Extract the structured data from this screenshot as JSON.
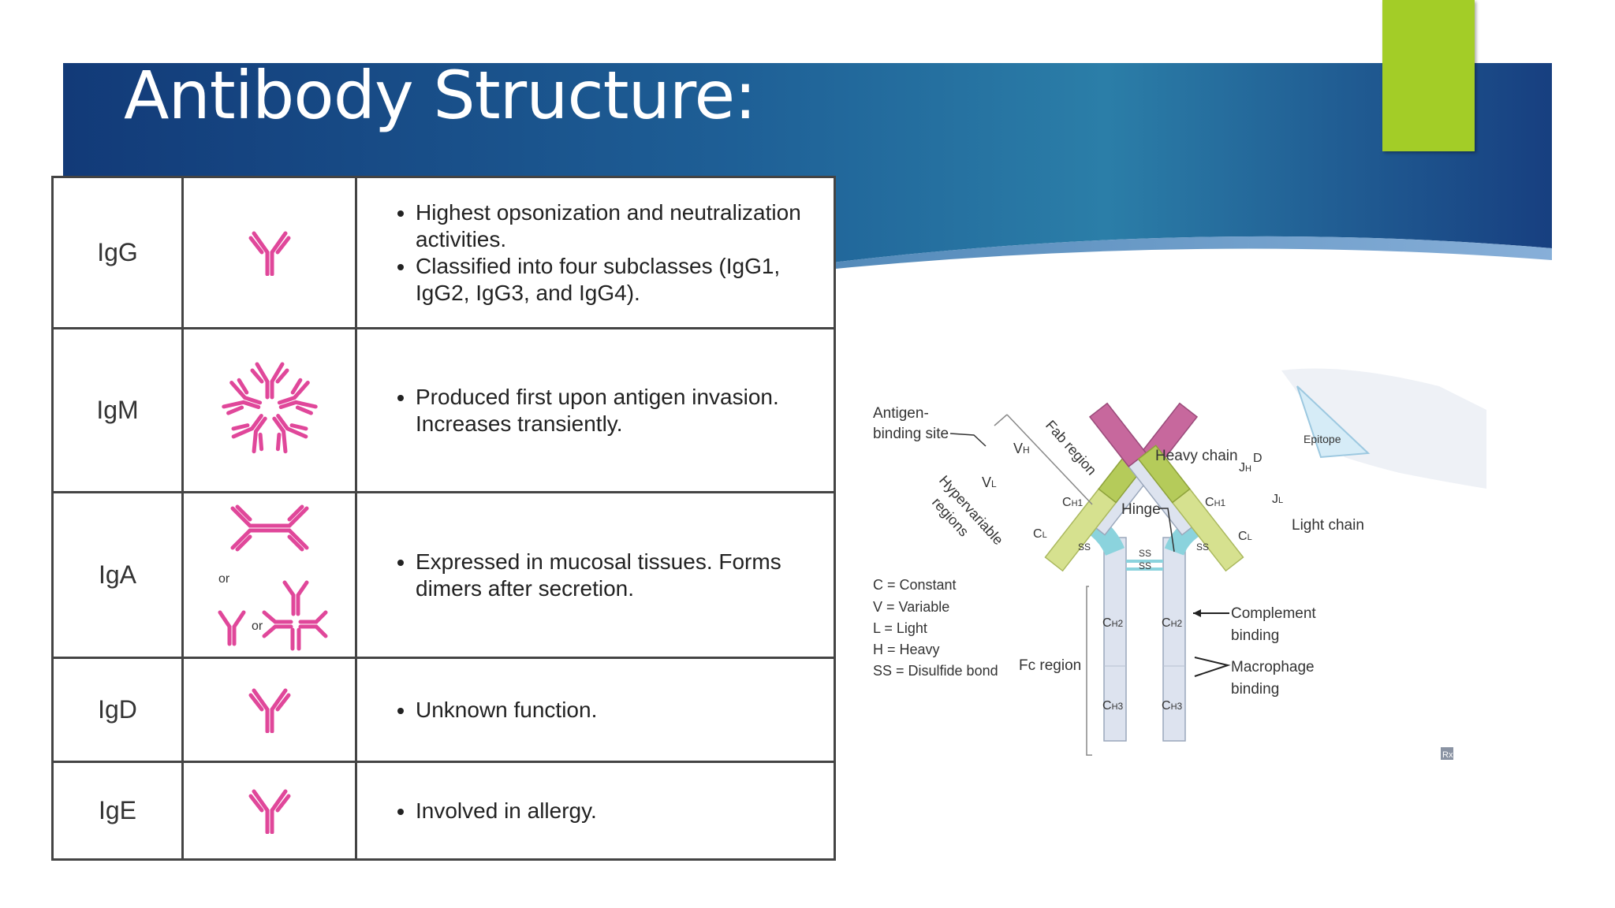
{
  "slide": {
    "title": "Antibody Structure:",
    "colors": {
      "banner_dark": "#123a78",
      "banner_mid": "#2b7ea8",
      "accent": "#a3cd27",
      "ig_pink": "#e0479a"
    }
  },
  "table": {
    "rows": [
      {
        "name": "IgG",
        "icon": "monomer-antibody-icon",
        "bullets": [
          "Highest opsonization and neutralization activities.",
          "Classified into four subclasses (IgG1, IgG2, IgG3, and IgG4)."
        ]
      },
      {
        "name": "IgM",
        "icon": "pentamer-antibody-icon",
        "bullets": [
          "Produced first upon antigen invasion. Increases transiently."
        ]
      },
      {
        "name": "IgA",
        "icon": "dimer-antibody-icon",
        "or_text": [
          "or",
          "or"
        ],
        "bullets": [
          "Expressed in mucosal tissues. Forms dimers after secretion."
        ]
      },
      {
        "name": "IgD",
        "icon": "monomer-antibody-icon",
        "bullets": [
          "Unknown function."
        ]
      },
      {
        "name": "IgE",
        "icon": "monomer-antibody-icon",
        "bullets": [
          "Involved in allergy."
        ]
      }
    ]
  },
  "diagram": {
    "antigen_binding_site": [
      "Antigen-",
      "binding site"
    ],
    "fab_region": "Fab region",
    "hypervariable": [
      "Hypervariable",
      "regions"
    ],
    "heavy_chain": "Heavy chain",
    "epitope": "Epitope",
    "light_chain": "Light chain",
    "hinge": "Hinge",
    "fc_region": "Fc region",
    "complement": [
      "Complement",
      "binding"
    ],
    "macrophage": [
      "Macrophage",
      "binding"
    ],
    "ss": "SS",
    "legend": [
      "C = Constant",
      "V = Variable",
      "L = Light",
      "H = Heavy",
      "SS = Disulfide bond"
    ],
    "segments": {
      "vh": "V",
      "vl": "V",
      "ch1": "C",
      "cl": "C",
      "ch2": "C",
      "ch3": "C",
      "jh": "J",
      "d": "D",
      "jl": "J"
    },
    "subs": {
      "h": "H",
      "l": "L",
      "one": "1",
      "two": "2",
      "three": "3"
    },
    "rx": "Rx"
  }
}
